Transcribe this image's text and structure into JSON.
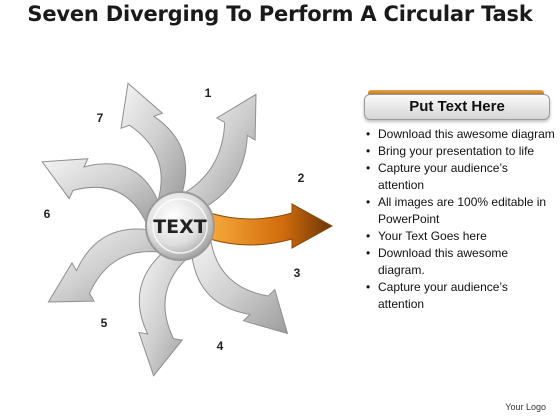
{
  "title": "Seven Diverging To Perform A Circular Task",
  "diagram": {
    "center_text": "TEXT",
    "arrows": [
      {
        "label": "1",
        "highlight": false
      },
      {
        "label": "2",
        "highlight": true
      },
      {
        "label": "3",
        "highlight": false
      },
      {
        "label": "4",
        "highlight": false
      },
      {
        "label": "5",
        "highlight": false
      },
      {
        "label": "6",
        "highlight": false
      },
      {
        "label": "7",
        "highlight": false
      }
    ],
    "colors": {
      "highlight": "#e07a10",
      "gray": "#bdbdbd"
    }
  },
  "panel": {
    "header": "Put Text Here",
    "bullet_glyph": "•",
    "bullets": [
      "Download this awesome diagram",
      "Bring your presentation to life",
      "Capture your audience’s attention",
      "All images are 100% editable in PowerPoint",
      "Your Text Goes here",
      "Download this awesome diagram.",
      "Capture your audience’s attention"
    ]
  },
  "footer": {
    "logo_text": "Your Logo"
  }
}
